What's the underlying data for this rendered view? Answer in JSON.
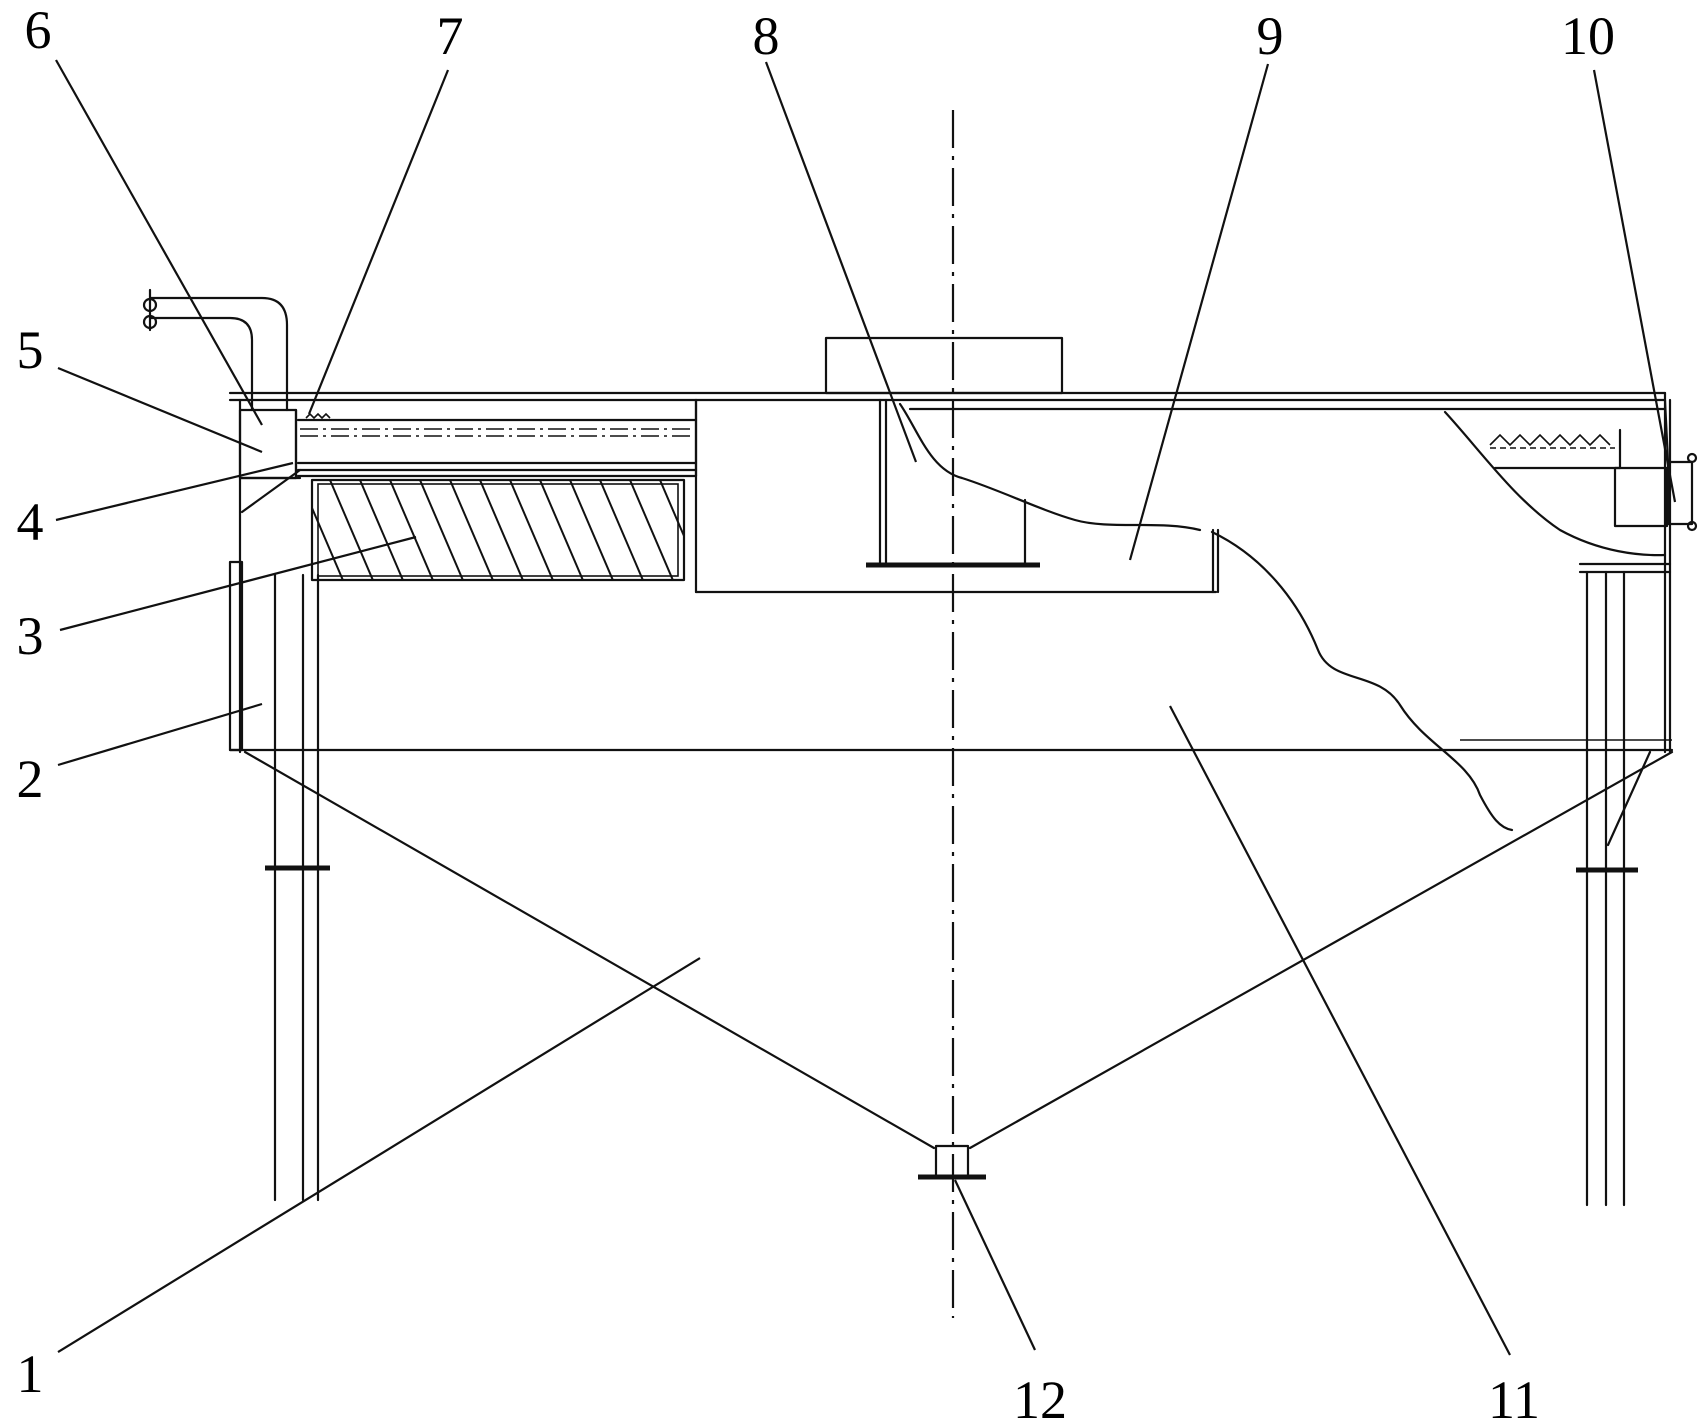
{
  "callouts": [
    {
      "id": "label-1",
      "text": "1"
    },
    {
      "id": "label-2",
      "text": "2"
    },
    {
      "id": "label-3",
      "text": "3"
    },
    {
      "id": "label-4",
      "text": "4"
    },
    {
      "id": "label-5",
      "text": "5"
    },
    {
      "id": "label-6",
      "text": "6"
    },
    {
      "id": "label-7",
      "text": "7"
    },
    {
      "id": "label-8",
      "text": "8"
    },
    {
      "id": "label-9",
      "text": "9"
    },
    {
      "id": "label-10",
      "text": "10"
    },
    {
      "id": "label-11",
      "text": "11"
    },
    {
      "id": "label-12",
      "text": "12"
    }
  ],
  "colors": {
    "line": "#111111",
    "background": "#ffffff"
  }
}
